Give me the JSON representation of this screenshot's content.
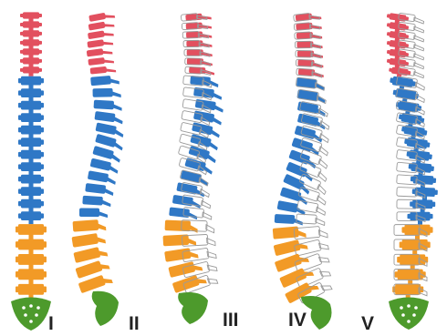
{
  "colors": {
    "cervical": "#e2505f",
    "thoracic": "#2f78c6",
    "lumbar": "#f29a26",
    "sacrum": "#4d9a2c",
    "outline": "#9a9a9a",
    "background": "#ffffff"
  },
  "panels": [
    {
      "label": "I"
    },
    {
      "label": "II"
    },
    {
      "label": "III"
    },
    {
      "label": "IV"
    },
    {
      "label": "V"
    }
  ]
}
